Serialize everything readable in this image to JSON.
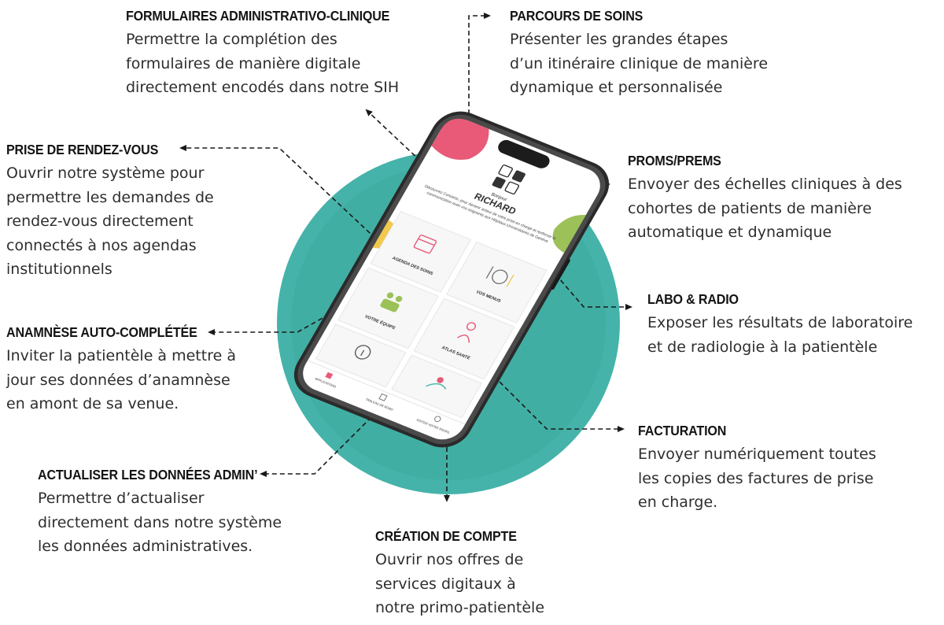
{
  "colors": {
    "circle": "#45b3a9",
    "circle_inner": "#3aa69c",
    "phone_frame": "#2a2a2a",
    "screen": "#ffffff",
    "accent_pink": "#e85a78",
    "accent_green": "#9bc158",
    "accent_yellow": "#f2c94c",
    "arrow": "#1a1a1a"
  },
  "features": [
    {
      "id": "formulaires",
      "title": "Formulaires administrativo-clinique",
      "description": "Permettre la complétion des\nformulaires de manière digitale\ndirectement encodés dans notre SIH"
    },
    {
      "id": "parcours",
      "title": "Parcours de soins",
      "description": "Présenter les grandes étapes\nd’un itinéraire clinique de manière\ndynamique et personnalisée"
    },
    {
      "id": "rdv",
      "title": "Prise de rendez-vous",
      "description": "Ouvrir notre système pour\npermettre les demandes de\nrendez-vous directement\nconnectés à nos agendas\ninstitutionnels"
    },
    {
      "id": "proms",
      "title": "PROMS/PREMS",
      "description": "Envoyer des échelles cliniques à des\ncohortes de patients de manière\nautomatique et dynamique"
    },
    {
      "id": "labo",
      "title": "Labo & Radio",
      "description": "Exposer les résultats de laboratoire\net de radiologie à la patientèle"
    },
    {
      "id": "anamnese",
      "title": "Anamnèse auto-complétée",
      "description": "Inviter la patientèle à mettre à\njour ses données d’anamnèse\nen amont de sa venue."
    },
    {
      "id": "facturation",
      "title": "Facturation",
      "description": "Envoyer numériquement toutes\nles copies des factures de prise\nen charge."
    },
    {
      "id": "admin",
      "title": "Actualiser les données admin’",
      "description": "Permettre d’actualiser\ndirectement dans notre système\nles données administratives."
    },
    {
      "id": "compte",
      "title": "Création de compte",
      "description": "Ouvrir nos offres de\nservices digitaux à\nnotre primo-patientèle"
    }
  ],
  "phone": {
    "greeting": "Bonjour",
    "name": "RICHARD",
    "intro": "Découvrez Concerto, pour devenir acteur de votre prise en charge et renforcer la communication avec vos soignants aux Hôpitaux Universitaires de Genève",
    "tiles": [
      "AGENDA DES SOINS",
      "VOS MENUS",
      "VOTRE ÉQUIPE",
      "ATLAS SANTÉ"
    ],
    "tabs": [
      "APPLICATIONS",
      "TABLEAU DE BORD",
      "EDITER VOTRE PROFIL"
    ]
  }
}
